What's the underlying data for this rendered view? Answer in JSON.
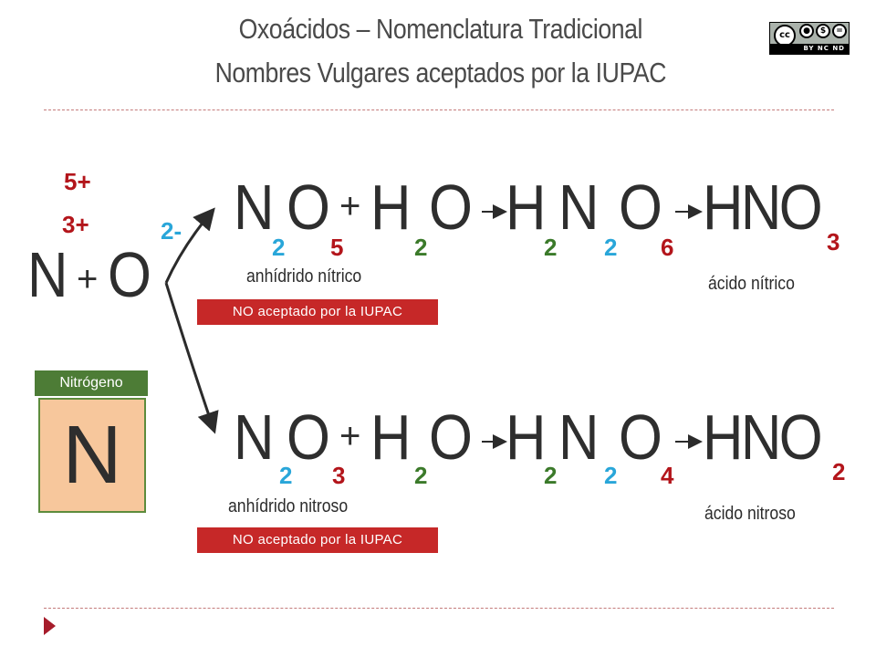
{
  "header": {
    "title_line1": "Oxoácidos – Nomenclatura Tradicional",
    "title_line2": "Nombres Vulgares aceptados por la IUPAC",
    "license_badge": "BY NC ND"
  },
  "reactants": {
    "element_symbol": "N",
    "plus": "+",
    "oxygen_symbol": "O",
    "charge_high": "5+",
    "charge_low": "3+",
    "oxygen_charge": "2-"
  },
  "element_card": {
    "name": "Nitrógeno",
    "symbol": "N"
  },
  "reaction_top": {
    "anhydride": {
      "el1": "N",
      "sub1": "2",
      "el2": "O",
      "sub2": "5"
    },
    "plus": "+",
    "water": {
      "el1": "H",
      "sub1": "2",
      "el2": "O"
    },
    "intermediate": {
      "el1": "H",
      "sub1": "2",
      "el2": "N",
      "sub2": "2",
      "el3": "O",
      "sub3": "6"
    },
    "product": {
      "formula": "HNO",
      "sub": "3"
    },
    "anhydride_label": "anhídrido nítrico",
    "acid_label": "ácido nítrico",
    "tag": "NO aceptado por la IUPAC"
  },
  "reaction_bottom": {
    "anhydride": {
      "el1": "N",
      "sub1": "2",
      "el2": "O",
      "sub2": "3"
    },
    "plus": "+",
    "water": {
      "el1": "H",
      "sub1": "2",
      "el2": "O"
    },
    "intermediate": {
      "el1": "H",
      "sub1": "2",
      "el2": "N",
      "sub2": "2",
      "el3": "O",
      "sub3": "4"
    },
    "product": {
      "formula": "HNO",
      "sub": "2"
    },
    "anhydride_label": "anhídrido nitroso",
    "acid_label": "ácido nitroso",
    "tag": "NO aceptado por la IUPAC"
  },
  "colors": {
    "cyan": "#29a6d9",
    "red": "#b3151b",
    "green": "#3b7a2a",
    "tag_red": "#c62828",
    "card_green": "#4d7c36",
    "card_fill": "#f7c79c"
  }
}
